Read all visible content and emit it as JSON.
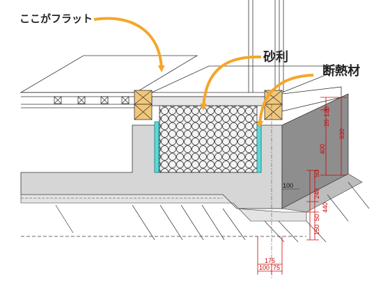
{
  "callouts": {
    "flat": "ここがフラット",
    "gravel": "砂利",
    "insulation": "断熱材"
  },
  "dimensions": {
    "d20": "20",
    "d120": "120",
    "d630": "630",
    "d400": "400",
    "d50a": "50",
    "d240": "240",
    "d440": "440",
    "d50b": "50",
    "d150": "150",
    "d100a": "100",
    "d175": "175",
    "d100b": "100",
    "d75": "75"
  },
  "colors": {
    "concrete": "#d6d6d6",
    "wall_shade": "#8e8e8e",
    "insulation": "#5fd6d6",
    "timber": "#f2c77a",
    "arrow": "#f4a62a",
    "dimension": "#d00000"
  }
}
